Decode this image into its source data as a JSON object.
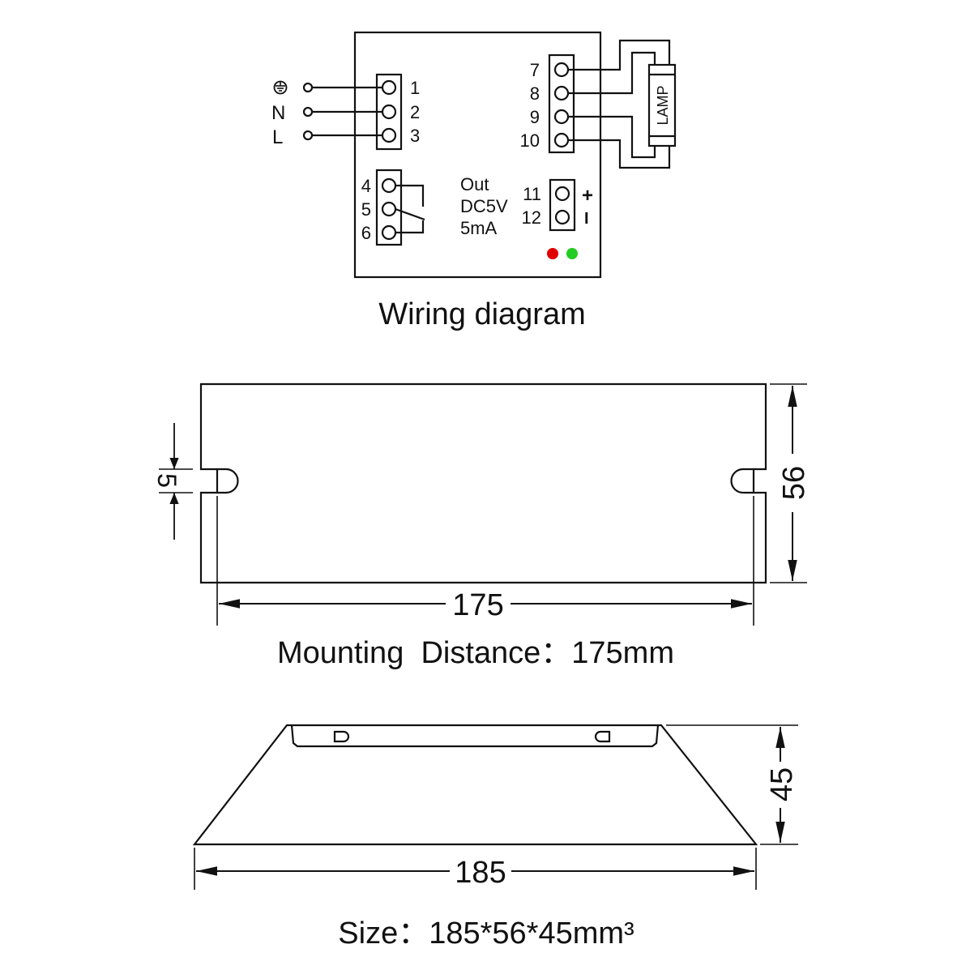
{
  "wiring": {
    "caption": "Wiring diagram",
    "inputs": [
      {
        "symbol": "ground-icon",
        "label": "",
        "terminal": "1"
      },
      {
        "label": "N",
        "terminal": "2"
      },
      {
        "label": "L",
        "terminal": "3"
      }
    ],
    "lamp_terminals": [
      "7",
      "8",
      "9",
      "10"
    ],
    "lamp_label": "LAMP",
    "switch_terminals": [
      "4",
      "5",
      "6"
    ],
    "output": {
      "line1": "Out",
      "line2": "DC5V",
      "line3": "5mA",
      "terminals": [
        "11",
        "12"
      ],
      "plus": "+",
      "minus": "I"
    },
    "indicators": {
      "red": "#e00000",
      "green": "#22cc22"
    }
  },
  "top_view": {
    "slot_dim": "5",
    "height_dim": "56",
    "width_dim": "175",
    "caption": "Mounting  Distance：175mm"
  },
  "side_view": {
    "height_dim": "45",
    "width_dim": "185",
    "caption": "Size：185*56*45mm³"
  }
}
